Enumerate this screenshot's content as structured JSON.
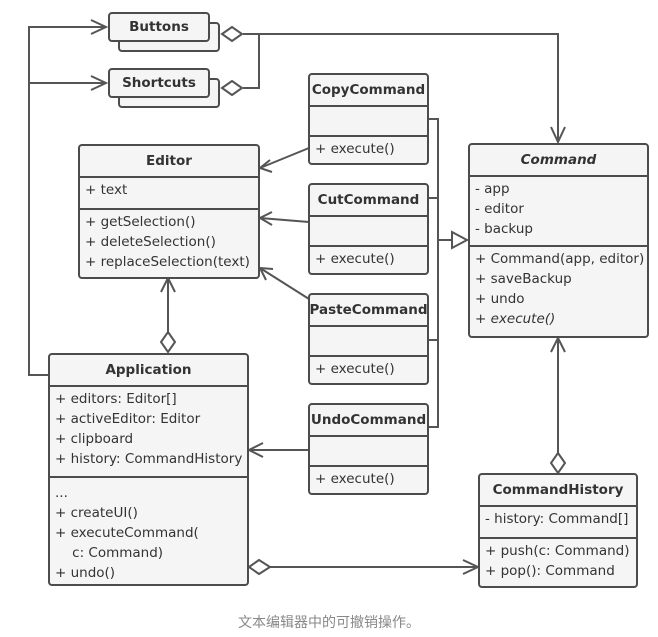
{
  "diagram": {
    "stacked": {
      "buttons": "Buttons",
      "shortcuts": "Shortcuts"
    },
    "editor": {
      "name": "Editor",
      "fields": [
        "+ text"
      ],
      "methods": [
        "+ getSelection()",
        "+ deleteSelection()",
        "+ replaceSelection(text)"
      ]
    },
    "copy_command": {
      "name": "CopyCommand",
      "methods": [
        "+ execute()"
      ]
    },
    "cut_command": {
      "name": "CutCommand",
      "methods": [
        "+ execute()"
      ]
    },
    "paste_command": {
      "name": "PasteCommand",
      "methods": [
        "+ execute()"
      ]
    },
    "undo_command": {
      "name": "UndoCommand",
      "methods": [
        "+ execute()"
      ]
    },
    "command": {
      "name": "Command",
      "fields": [
        "- app",
        "- editor",
        "- backup"
      ],
      "methods": [
        "+ Command(app, editor)",
        "+ saveBackup",
        "+ undo",
        "+ execute()"
      ]
    },
    "application": {
      "name": "Application",
      "fields": [
        "+ editors: Editor[]",
        "+ activeEditor: Editor",
        "+ clipboard",
        "+ history: CommandHistory"
      ],
      "methods": [
        "...",
        "+ createUI()",
        "+ executeCommand(",
        "    c: Command)",
        "+ undo()"
      ]
    },
    "command_history": {
      "name": "CommandHistory",
      "fields": [
        "- history: Command[]"
      ],
      "methods": [
        "+ push(c: Command)",
        "+ pop(): Command"
      ]
    },
    "colors": {
      "line": "#555555",
      "box_fill": "#f5f5f5",
      "box_border": "#4c4c4c"
    }
  },
  "caption": "文本编辑器中的可撤销操作。"
}
